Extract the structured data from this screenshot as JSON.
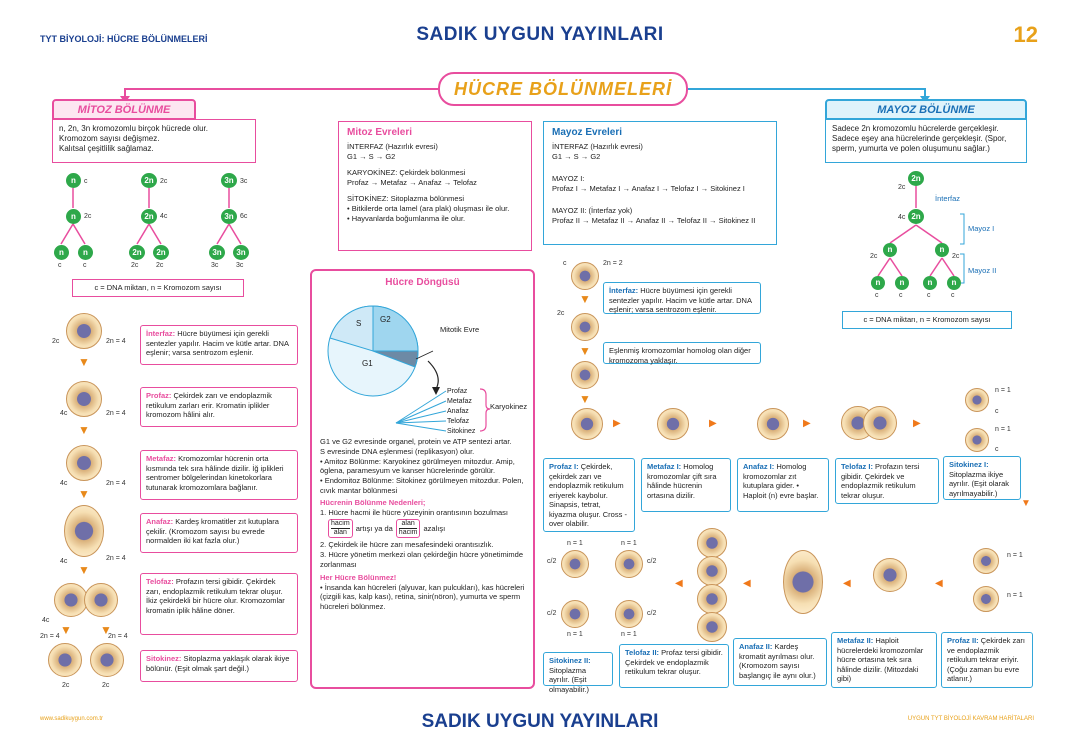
{
  "header": {
    "subject": "TYT BİYOLOJİ:",
    "topic": "HÜCRE BÖLÜNMELERİ",
    "publisher": "SADIK UYGUN YAYINLARI",
    "page": "12"
  },
  "footer": {
    "url": "www.sadikuygun.com.tr",
    "publisher": "SADIK UYGUN YAYINLARI",
    "series": "UYGUN TYT BİYOLOJİ KAVRAM HARİTALARI"
  },
  "main_title": "HÜCRE BÖLÜNMELERİ",
  "mitoz": {
    "tab": "MİTOZ BÖLÜNME",
    "intro": [
      "n, 2n, 3n kromozomlu birçok hücrede olur.",
      "Kromozom sayısı değişmez.",
      "Kalıtsal çeşitlilik sağlamaz."
    ],
    "legend": "c = DNA miktarı, n = Kromozom sayısı",
    "cols": [
      {
        "top": "n",
        "topc": "c",
        "mid": "n",
        "midc": "2c",
        "a": "n",
        "b": "n",
        "ac": "c",
        "bc": "c"
      },
      {
        "top": "2n",
        "topc": "2c",
        "mid": "2n",
        "midc": "4c",
        "a": "2n",
        "b": "2n",
        "ac": "2c",
        "bc": "2c"
      },
      {
        "top": "3n",
        "topc": "3c",
        "mid": "3n",
        "midc": "6c",
        "a": "3n",
        "b": "3n",
        "ac": "3c",
        "bc": "3c"
      }
    ],
    "phases": [
      {
        "name": "İnterfaz:",
        "text": "Hücre büyümesi için gerekli sentezler yapılır. Hacim ve kütle artar. DNA eşlenir; varsa sentrozom eşlenir.",
        "left": "2c",
        "right": "2n = 4"
      },
      {
        "name": "Profaz:",
        "text": "Çekirdek zarı ve endoplazmik retikulum zarları erir. Kromatin iplikler kromozom hâlini alır.",
        "left": "4c",
        "right": "2n = 4"
      },
      {
        "name": "Metafaz:",
        "text": "Kromozomlar hücrenin orta kısmında tek sıra hâlinde dizilir. İğ iplikleri sentromer bölgelerindan kinetokorlara tutunarak kromozomlara bağlanır.",
        "left": "4c",
        "right": "2n = 4"
      },
      {
        "name": "Anafaz:",
        "text": "Kardeş kromatitler zıt kutuplara çekilir. (Kromozom sayısı bu evrede normalden iki kat fazla olur.)",
        "left": "4c",
        "right": "2n = 4"
      },
      {
        "name": "Telofaz:",
        "text": "Profazın tersi gibidir. Çekirdek zarı, endoplazmik retikulum tekrar oluşur. İkiz çekirdekli bir hücre olur. Kromozomlar kromatin iplik hâline döner.",
        "left": "4c",
        "right": ""
      },
      {
        "name": "Sitokinez:",
        "text": "Sitoplazma yaklaşık olarak ikiye bölünür. (Eşit olmak şart değil.)",
        "left": "2n = 4",
        "right": "2n = 4"
      }
    ],
    "bottom_c": [
      "2c",
      "2c"
    ]
  },
  "mitoz_evreleri": {
    "title": "Mitoz Evreleri",
    "interfaz": "İNTERFAZ (Hazırlık evresi)",
    "interfaz_seq": "G1 → S → G2",
    "karyokinez": "KARYOKİNEZ: Çekirdek bölünmesi",
    "karyo_seq": "Profaz → Metafaz → Anafaz → Telofaz",
    "sitokinez": "SİTOKİNEZ: Sitoplazma bölünmesi",
    "items": [
      "Bitkilerde orta lamel (ara plak) oluşması ile olur.",
      "Hayvanlarda boğumlanma ile olur."
    ]
  },
  "mayoz_evreleri": {
    "title": "Mayoz Evreleri",
    "interfaz": "İNTERFAZ (Hazırlık evresi)",
    "interfaz_seq": "G1 → S → G2",
    "mayoz1": "MAYOZ I:",
    "mayoz1_seq": "Profaz I → Metafaz I → Anafaz I → Telofaz I → Sitokinez I",
    "mayoz2": "MAYOZ II: (İnterfaz yok)",
    "mayoz2_seq": "Profaz II → Metafaz II → Anafaz II → Telofaz II → Sitokinez II"
  },
  "hucre_dongusu": {
    "title": "Hücre Döngüsü",
    "pie": {
      "s": "S",
      "g2": "G2",
      "g1": "G1",
      "mitotik": "Mitotik Evre"
    },
    "fan": [
      "Profaz",
      "Metafaz",
      "Anafaz",
      "Telofaz",
      "Sitokinez"
    ],
    "karyokinez": "Karyokinez",
    "texts": [
      "G1 ve G2 evresinde organel, protein ve ATP sentezi artar.",
      "S evresinde DNA eşlenmesi (replikasyon) olur.",
      "• Amitoz Bölünme: Karyokinez görülmeyen mitozdur. Amip, öglena, paramesyum ve kanser hücrelerinde görülür.",
      "• Endomitoz Bölünme: Sitokinez görülmeyen mitozdur. Polen, cıvık mantar bölünmesi"
    ],
    "nedenler_title": "Hücrenin Bölünme Nedenleri;",
    "nedenler": [
      "1. Hücre hacmi ile hücre yüzeyinin orantısının bozulması",
      "artışı ya da",
      "azalışı",
      "2. Çekirdek ile hücre zarı mesafesindeki orantısızlık.",
      "3. Hücre yönetim merkezi olan çekirdeğin hücre yönetimimde zorlanması"
    ],
    "fraction_top": "hacim",
    "fraction_bottom": "alan",
    "fraction2_top": "alan",
    "fraction2_bottom": "hacim",
    "bolunmez_title": "Her Hücre Bölünmez!",
    "bolunmez": "• İnsanda kan hücreleri (alyuvar, kan pulcukları), kas hücreleri (çizgili kas, kalp kası), retina, sinir(nöron), yumurta ve sperm hücreleri bölünmez."
  },
  "mayoz": {
    "tab": "MAYOZ BÖLÜNME",
    "intro": [
      "Sadece 2n kromozomlu hücrelerde gerçekleşir.",
      "Sadece eşey ana hücrelerinde gerçekleşir. (Spor, sperm, yumurta ve polen oluşumunu sağlar.)"
    ],
    "legend": "c = DNA miktarı, n = Kromozom sayısı",
    "interfaz_lbl": "İnterfaz",
    "mayoz1_lbl": "Mayoz I",
    "mayoz2_lbl": "Mayoz II",
    "tree": {
      "top": "2n",
      "topc": "2c",
      "mid": "2n",
      "midc": "4c",
      "l2": "n",
      "l2c": "2c",
      "leaf": "n",
      "leafc": "c"
    }
  },
  "mayoz_steps": {
    "c_top": "c",
    "n_top": "2n = 2",
    "c2": "2c",
    "interfaz": {
      "name": "İnterfaz:",
      "text": "Hücre büyümesi için gerekli sentezler yapılır. Hacim ve kütle artar. DNA eşlenir; varsa sentrozom eşlenir."
    },
    "eslenme": "Eşlenmiş kromozomlar homolog olan diğer kromozoma yaklaşır.",
    "row1": [
      {
        "name": "Profaz I:",
        "text": "Çekirdek, çekirdek zarı ve endoplazmik retikulum eriyerek kaybolur. Sinapsis, tetrat, kiyazma oluşur. Cross - over olabilir."
      },
      {
        "name": "Metafaz I:",
        "text": "Homolog kromozomlar çift sıra hâlinde hücrenin ortasına dizilir."
      },
      {
        "name": "Anafaz I:",
        "text": "Homolog kromozomlar zıt kutuplara gider. • Haploit (n) evre başlar."
      },
      {
        "name": "Telofaz I:",
        "text": "Profazın tersi gibidir. Çekirdek ve endoplazmik retikulum tekrar oluşur."
      },
      {
        "name": "Sitokinez I:",
        "text": "Sitoplazma ikiye ayrılır. (Eşit olarak ayrılmayabilir.)"
      }
    ],
    "right_labels": [
      "n = 1",
      "c",
      "n = 1",
      "c"
    ],
    "row2_labels": [
      "n = 1",
      "n = 1",
      "n = 1",
      "n = 1",
      "n = 1"
    ],
    "half": "c/2",
    "row2": [
      {
        "name": "Sitokinez II:",
        "text": "Sitoplazma ayrılır. (Eşit olmayabilir.)"
      },
      {
        "name": "Telofaz II:",
        "text": "Profaz tersi gibidir. Çekirdek ve endoplazmik retikulum tekrar oluşur."
      },
      {
        "name": "Anafaz II:",
        "text": "Kardeş kromatit ayrılması olur. (Kromozom sayısı başlangıç ile aynı olur.)"
      },
      {
        "name": "Metafaz II:",
        "text": "Haploit hücrelerdeki kromozomlar hücre ortasına tek sıra hâlinde dizilir. (Mitozdaki gibi)"
      },
      {
        "name": "Profaz II:",
        "text": "Çekirdek zarı ve endoplazmik retikulum tekrar eriyir. (Çoğu zaman bu evre atlanır.)"
      }
    ]
  },
  "colors": {
    "pink": "#e84d9e",
    "blue": "#33a6d9",
    "navy": "#1a3f8f",
    "orange": "#e8a11a",
    "green": "#2ea84a"
  }
}
